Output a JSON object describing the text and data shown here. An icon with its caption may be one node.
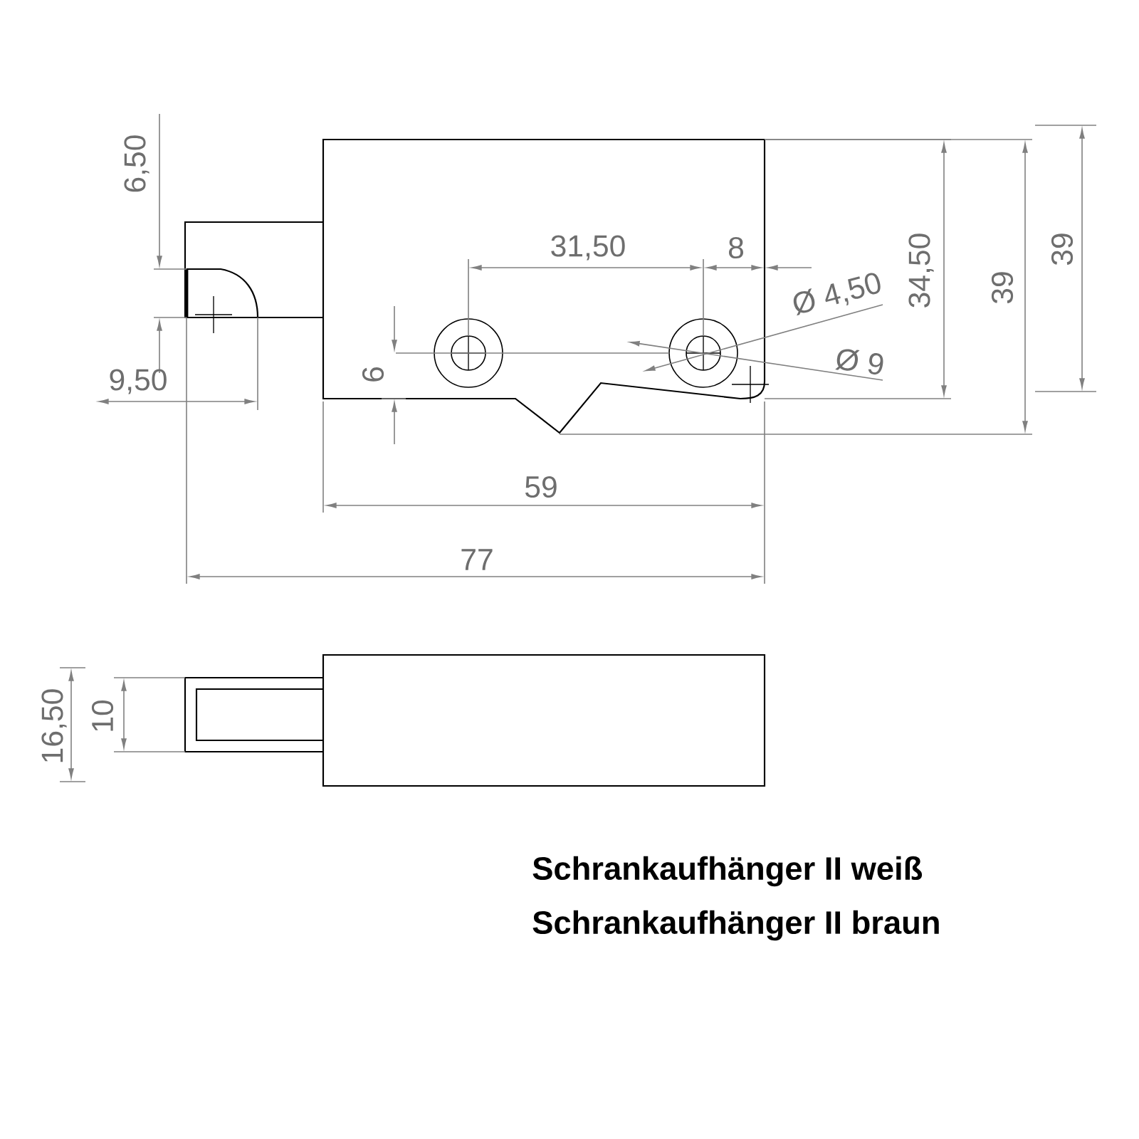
{
  "diagram": {
    "labels": [
      "6,50",
      "31,50",
      "8",
      "Ø 4,50",
      "34,50",
      "39",
      "39",
      "6",
      "Ø 9",
      "9,50",
      "59",
      "77",
      "16,50",
      "10",
      "Schrankaufhänger II weiß",
      "Schrankaufhänger II braun"
    ]
  }
}
